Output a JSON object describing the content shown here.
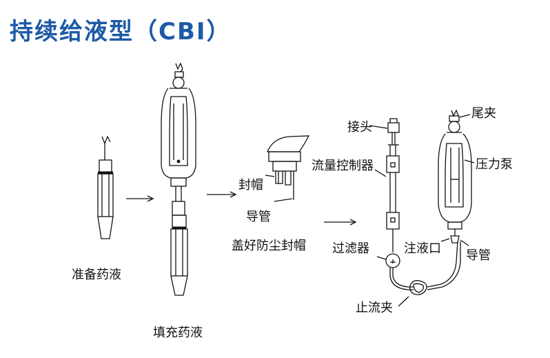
{
  "title": "持续给液型（CBI）",
  "labels": {
    "prepare": "准备药液",
    "fill": "填充药液",
    "seal_cap": "封帽",
    "guide_tube_1": "导管",
    "cover_cap": "盖好防尘封帽",
    "connector": "接头",
    "flow_controller": "流量控制器",
    "filter": "过滤器",
    "injection_port": "注液口",
    "guide_tube_2": "导管",
    "stop_clamp": "止流夹",
    "tail_clamp": "尾夹",
    "pressure_pump": "压力泵"
  }
}
